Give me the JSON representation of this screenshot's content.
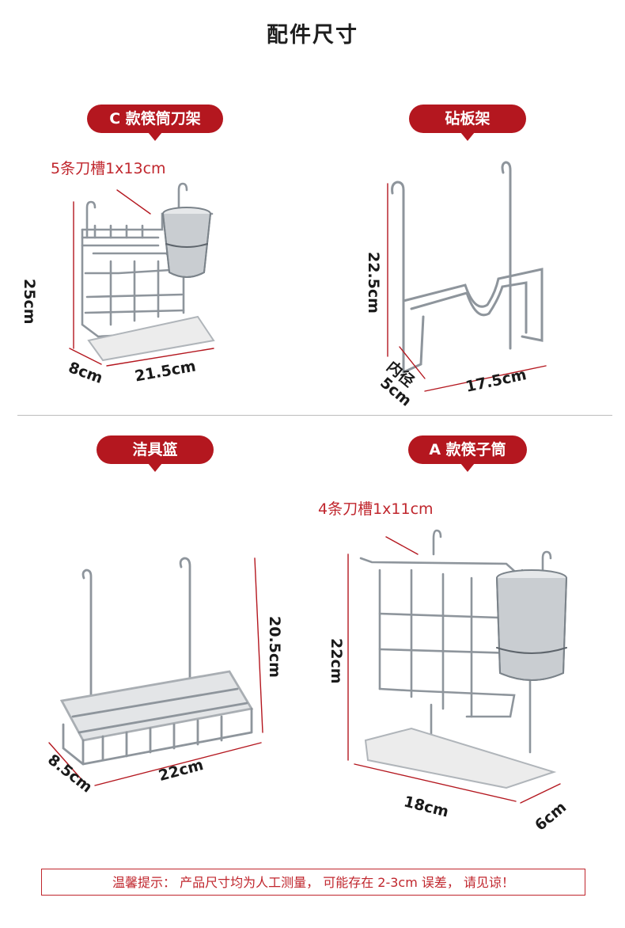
{
  "title": "配件尺寸",
  "products": [
    {
      "label": "C 款筷筒刀架",
      "note": "5条刀槽1x13cm",
      "height": "25cm",
      "depth": "8cm",
      "width": "21.5cm"
    },
    {
      "label": "砧板架",
      "height": "22.5cm",
      "inner_label": "内径",
      "inner_value": "5cm",
      "width": "17.5cm"
    },
    {
      "label": "洁具篮",
      "height": "20.5cm",
      "depth": "8.5cm",
      "width": "22cm"
    },
    {
      "label": "A 款筷子筒",
      "note": "4条刀槽1x11cm",
      "height": "22cm",
      "width": "18cm",
      "depth": "6cm"
    }
  ],
  "footer": "温馨提示：  产品尺寸均为人工测量，  可能存在 2-3cm 误差，  请见谅！",
  "colors": {
    "accent": "#b4171f",
    "metal": "#9aa0a6",
    "dimension_line": "#b4171f"
  }
}
